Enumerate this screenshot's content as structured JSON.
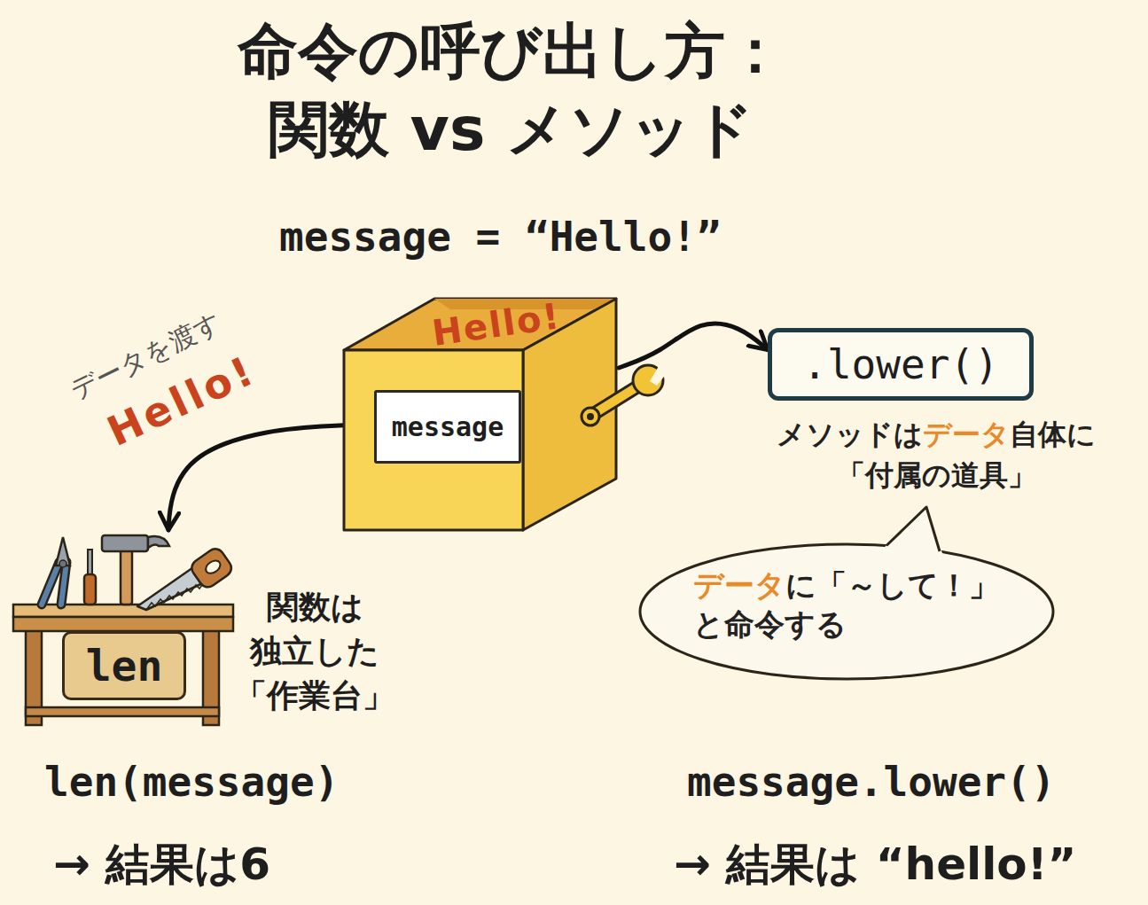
{
  "diagram": {
    "title": "命令の呼び出し方： 関数 vs メソッド",
    "nodes": [
      {
        "text": [
          "Hello!"
        ]
      },
      {
        "text": [
          "message"
        ],
        "in": 0
      },
      {
        "text": [
          ".lower()"
        ]
      },
      {
        "text": [
          "len"
        ]
      },
      {
        "text": [
          "データ",
          "に「～して！」",
          "と命令する"
        ]
      }
    ],
    "edges": [
      {
        "from": 0,
        "to": 2,
        "arrow": "to"
      },
      {
        "from": 0,
        "to": 3,
        "arrow": "to"
      }
    ],
    "labels": [
      "message = “Hello!”",
      "データを渡す",
      "Hello!",
      "メソッドは",
      "データ",
      "自体に",
      "「付属の道具」",
      "関数は 独立した 「作業台」",
      "len(message)",
      "→ 結果は6",
      "message.lower()",
      "→ 結果は “hello!”"
    ]
  }
}
